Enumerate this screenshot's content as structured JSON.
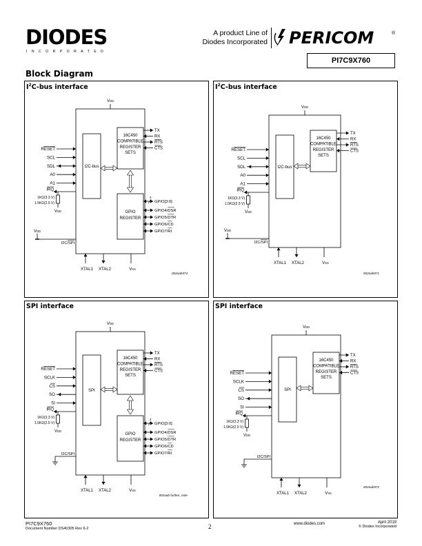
{
  "header": {
    "left_logo": {
      "name": "DIODES",
      "sub": "INCORPORATED"
    },
    "product_line_1": "A product Line of",
    "product_line_2": "Diodes Incorporated",
    "right_logo": {
      "name": "PERICOM"
    },
    "part_number": "PI7C9X760"
  },
  "section_title": "Block Diagram",
  "panels": [
    {
      "title_prefix": "I",
      "title_sup": "2",
      "title_rest": "C-bus interface",
      "vdd": "VDD",
      "left_pins": [
        "RESET",
        "SCL",
        "SDL",
        "A0",
        "A1",
        "IRQ"
      ],
      "resistor_1": "1KΩ(3.3 V)",
      "resistor_2": "1.5KΩ(2.5 V)",
      "resistor_vdd": "VDD",
      "vdd_small": "VDD",
      "mode_pin": "I2C/SPI",
      "left_block": "I2C-bus",
      "reg_block": [
        "16C450",
        "COMPATIBLE",
        "REGISTER",
        "SETS"
      ],
      "gpio_block": [
        "GPIO",
        "REGISTER"
      ],
      "right_pins": [
        "TX",
        "RX",
        "RTS",
        "CTS"
      ],
      "gpio_bus_width": "4",
      "gpio_pins": [
        "GPIO[3:0]",
        "GPIO4/DSR",
        "GPIO5/DTR",
        "GPIO6/CD",
        "GPIO7/RI"
      ],
      "bottom_pins": [
        "XTAL1",
        "XTAL2",
        "VSS"
      ],
      "figure_id": "002aab974"
    },
    {
      "title_prefix": "I",
      "title_sup": "2",
      "title_rest": "C-bus interface",
      "vdd": "VDD",
      "left_pins": [
        "RESET",
        "SCL",
        "SDL",
        "A0",
        "A1",
        "IRQ"
      ],
      "resistor_1": "1KΩ(3.3 V)",
      "resistor_2": "1.5KΩ(2.5 V)",
      "resistor_vdd": "VDD",
      "vdd_small": "VDD",
      "mode_pin": "I2C/SPI",
      "left_block": "I2C-bus",
      "reg_block": [
        "16C450",
        "COMPATIBLE",
        "REGISTER",
        "SETS"
      ],
      "right_pins": [
        "TX",
        "RX",
        "RTS",
        "CTS"
      ],
      "bottom_pins": [
        "XTAL1",
        "XTAL2",
        "VSS"
      ],
      "figure_id": "002aab971"
    },
    {
      "title_prefix": "",
      "title_sup": "",
      "title_rest": "SPI interface",
      "vdd": "VDD",
      "left_pins": [
        "RESET",
        "SCLK",
        "CS",
        "SO",
        "SI",
        "IRQ"
      ],
      "resistor_1": "1KΩ(3.3 V)",
      "resistor_2": "1.5KΩ(2.5 V)",
      "resistor_vdd": "VDD",
      "mode_pin": "I2C/SPI",
      "left_block": "SPI",
      "reg_block": [
        "16C450",
        "COMPATIBLE",
        "REGISTER",
        "SETS"
      ],
      "gpio_block": [
        "GPIO",
        "REGISTER"
      ],
      "right_pins": [
        "TX",
        "RX",
        "RTS",
        "CTS"
      ],
      "gpio_bus_width": "4",
      "gpio_pins": [
        "GPIO[3:0]",
        "GPIO4/DSR",
        "GPIO5/DTR",
        "GPIO6/CD",
        "GPIO7/RI"
      ],
      "bottom_pins": [
        "XTAL1",
        "XTAL2",
        "VSS"
      ],
      "figure_id": "002aab further_note"
    },
    {
      "title_prefix": "",
      "title_sup": "",
      "title_rest": "SPI interface",
      "vdd": "VDD",
      "left_pins": [
        "RESET",
        "SCLK",
        "CS",
        "SO",
        "SI",
        "IRQ"
      ],
      "resistor_1": "1KΩ(3.3 V)",
      "resistor_2": "1.5KΩ(2.5 V)",
      "resistor_vdd": "VDD",
      "mode_pin": "I2C/SPI",
      "left_block": "SPI",
      "reg_block": [
        "16C450",
        "COMPATIBLE",
        "REGISTER",
        "SETS"
      ],
      "right_pins": [
        "TX",
        "RX",
        "RTS",
        "CTS"
      ],
      "bottom_pins": [
        "XTAL1",
        "XTAL2",
        "VSS"
      ],
      "figure_id": "002aab972"
    }
  ],
  "footer": {
    "part": "PI7C9X760",
    "doc_number": "Document Number DS40305 Rev 6-2",
    "page": "2",
    "url": "www.diodes.com",
    "date": "April 2019",
    "copyright": "© Diodes Incorporated"
  }
}
